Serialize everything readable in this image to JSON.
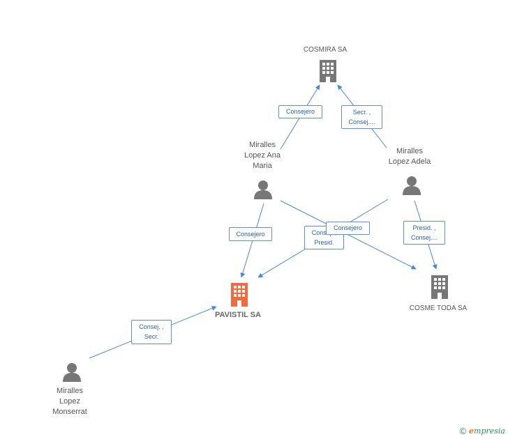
{
  "nodes": {
    "cosmira": {
      "label": "COSMIRA SA",
      "type": "company"
    },
    "pavistil": {
      "label": "PAVISTIL SA",
      "type": "company-main"
    },
    "cosme_toda": {
      "label": "COSME TODA SA",
      "type": "company"
    },
    "ana_maria": {
      "lines": [
        "Miralles",
        "Lopez Ana",
        "Maria"
      ],
      "type": "person"
    },
    "adela": {
      "lines": [
        "Miralles",
        "Lopez Adela"
      ],
      "type": "person"
    },
    "monserrat": {
      "lines": [
        "Miralles",
        "Lopez",
        "Monserrat"
      ],
      "type": "person"
    }
  },
  "edges": {
    "ana_cosmira": [
      "Consejero"
    ],
    "adela_cosmira": [
      "Secr. ,",
      "Consej...."
    ],
    "ana_pavistil": [
      "Consejero"
    ],
    "adela_pavistil": [
      "Consej. ,",
      "Presid."
    ],
    "ana_cosme": [
      "Consejero"
    ],
    "adela_cosme": [
      "Presid. ,",
      "Consej...."
    ],
    "monserrat_pavistil": [
      "Consej. ,",
      "Secr."
    ]
  },
  "colors": {
    "company": "#777777",
    "main_company": "#f26a3d",
    "person": "#777777",
    "edge": "#4a86d4"
  },
  "footer": {
    "copyright": "©",
    "brand_initial": "e",
    "brand_rest": "mpresia"
  }
}
